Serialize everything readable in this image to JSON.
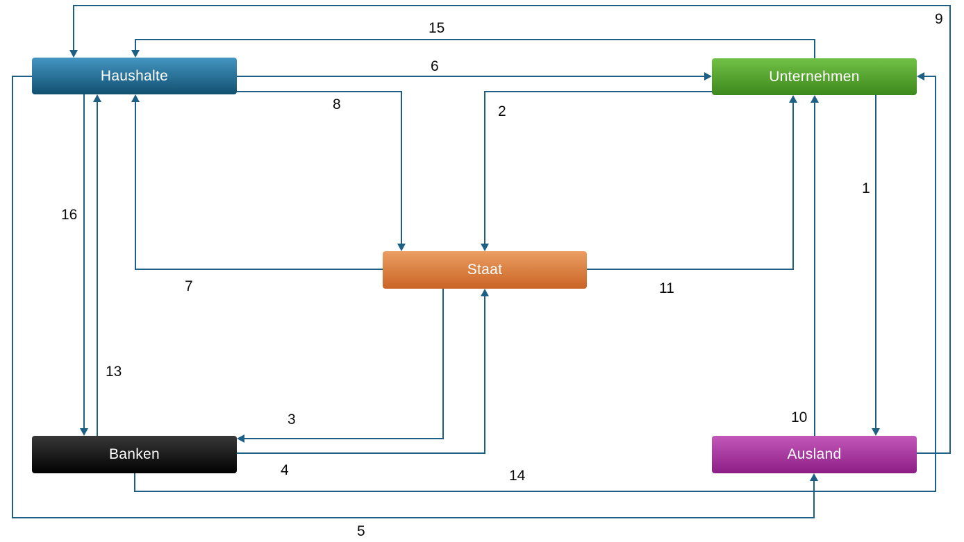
{
  "diagram": {
    "type": "economic-circular-flow",
    "background": "#ffffff",
    "line_color": "#1e5f85",
    "label_color": "#0a0a0a",
    "nodes": [
      {
        "id": "haushalte",
        "label": "Haushalte",
        "gradient_top": "#4495c3",
        "gradient_bottom": "#11506f"
      },
      {
        "id": "unternehmen",
        "label": "Unternehmen",
        "gradient_top": "#72c146",
        "gradient_bottom": "#3c881d"
      },
      {
        "id": "staat",
        "label": "Staat",
        "gradient_top": "#eb9e63",
        "gradient_bottom": "#ca6425"
      },
      {
        "id": "banken",
        "label": "Banken",
        "gradient_top": "#383838",
        "gradient_bottom": "#020202"
      },
      {
        "id": "ausland",
        "label": "Ausland",
        "gradient_top": "#c358b9",
        "gradient_bottom": "#8c1d86"
      }
    ],
    "edges": [
      {
        "label": "1",
        "from": "Unternehmen",
        "to": "Ausland"
      },
      {
        "label": "2",
        "from": "Unternehmen",
        "to": "Staat"
      },
      {
        "label": "3",
        "from": "Staat",
        "to": "Banken"
      },
      {
        "label": "4",
        "from": "Banken",
        "to": "Staat"
      },
      {
        "label": "5",
        "from": "Haushalte",
        "to": "Ausland"
      },
      {
        "label": "6",
        "from": "Haushalte",
        "to": "Unternehmen"
      },
      {
        "label": "7",
        "from": "Staat",
        "to": "Haushalte"
      },
      {
        "label": "8",
        "from": "Haushalte",
        "to": "Staat"
      },
      {
        "label": "9",
        "from": "Ausland",
        "to": "Haushalte"
      },
      {
        "label": "10",
        "from": "Ausland",
        "to": "Unternehmen"
      },
      {
        "label": "11",
        "from": "Staat",
        "to": "Unternehmen"
      },
      {
        "label": "13",
        "from": "Banken",
        "to": "Haushalte"
      },
      {
        "label": "14",
        "from": "Banken",
        "to": "Unternehmen"
      },
      {
        "label": "15",
        "from": "Unternehmen",
        "to": "Haushalte"
      },
      {
        "label": "16",
        "from": "Haushalte",
        "to": "Banken"
      }
    ]
  }
}
